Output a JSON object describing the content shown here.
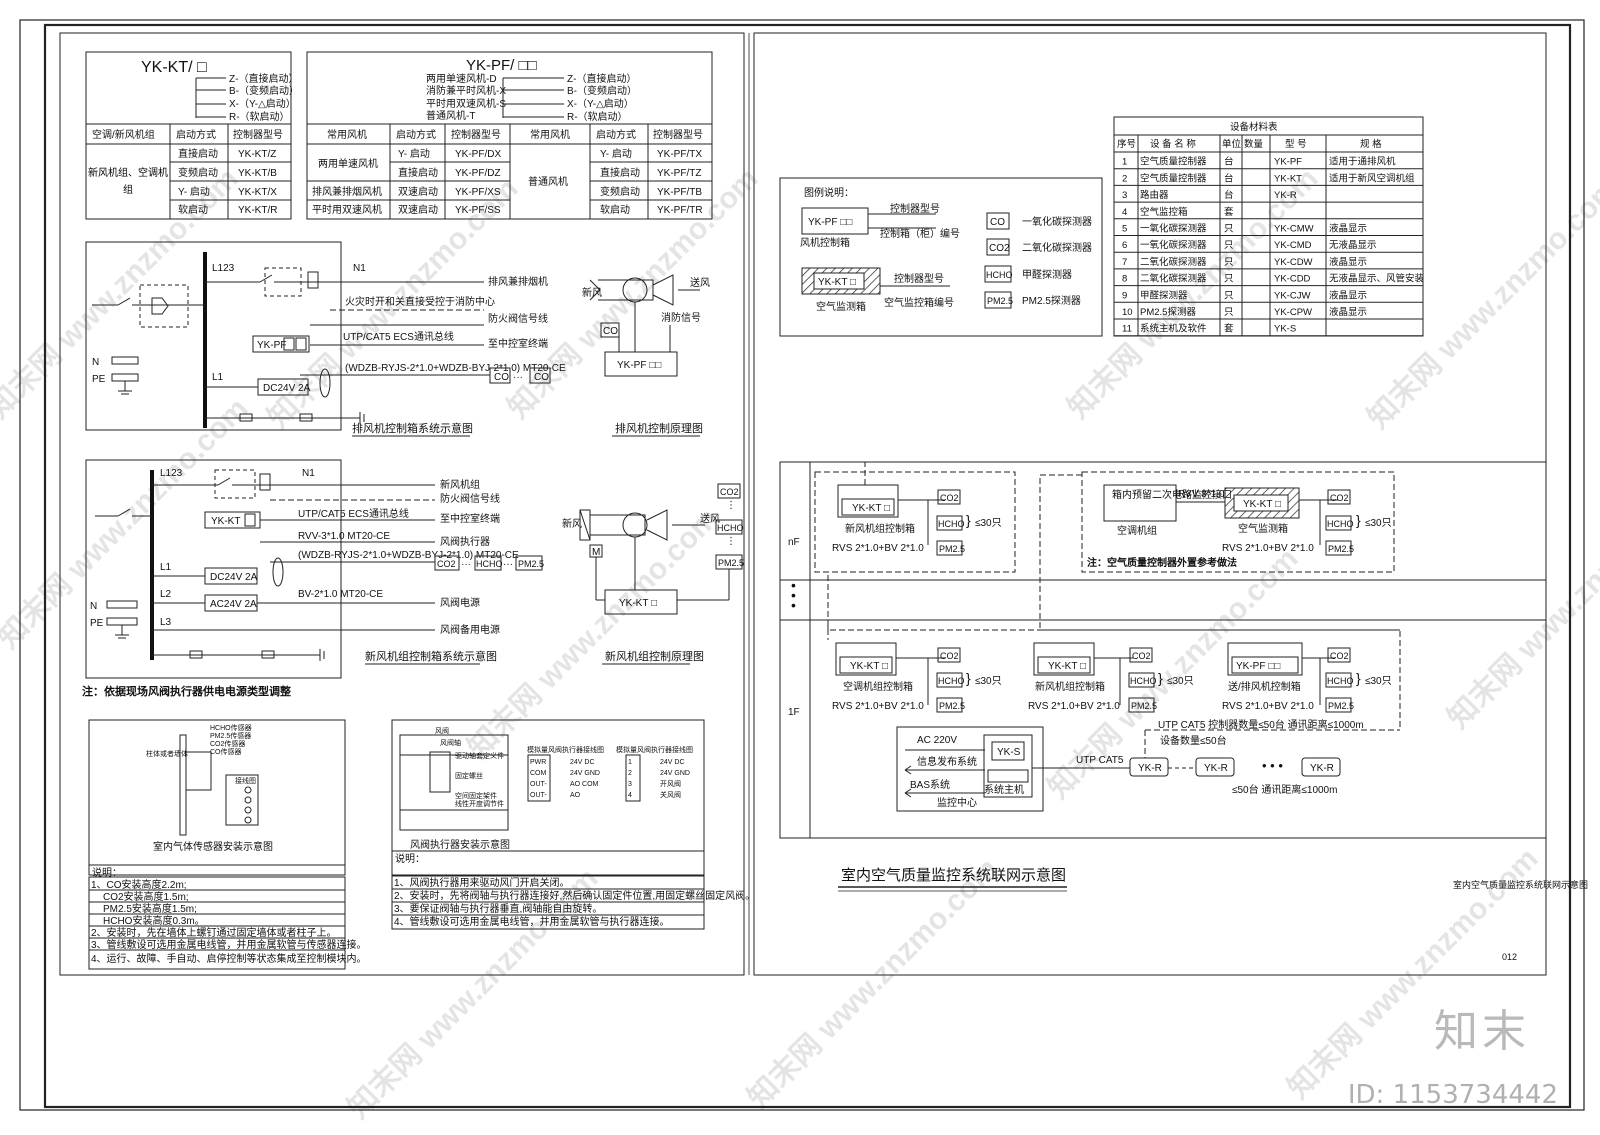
{
  "top_title": {
    "kt": "YK-KT/ □",
    "pf": "YK-PF/ □□"
  },
  "kt_suffix": [
    "Z-（直接启动）",
    "B-（变频启动）",
    "X-（Y-△启动）",
    "R-（软启动）"
  ],
  "pf_left": [
    "两用单速风机-D",
    "消防兼平时风机-X",
    "平时用双速风机-S",
    "普通风机-T"
  ],
  "pf_suffix": [
    "Z-（直接启动）",
    "B-（变频启动）",
    "X-（Y-△启动）",
    "R-（软启动）"
  ],
  "kt_table": {
    "headers": [
      "空调/新风机组",
      "启动方式",
      "控制器型号"
    ],
    "group": "新风机组、空调机组",
    "rows": [
      [
        "直接启动",
        "YK-KT/Z"
      ],
      [
        "变频启动",
        "YK-KT/B"
      ],
      [
        "Y- 启动",
        "YK-KT/X"
      ],
      [
        "软启动",
        "YK-KT/R"
      ]
    ]
  },
  "pf_table": {
    "headers": [
      "常用风机",
      "启动方式",
      "控制器型号",
      "常用风机",
      "启动方式",
      "控制器型号"
    ],
    "left_rows": [
      [
        "两用单速风机",
        "Y- 启动",
        "YK-PF/DX"
      ],
      [
        "",
        "直接启动",
        "YK-PF/DZ"
      ],
      [
        "排风兼排烟风机",
        "双速启动",
        "YK-PF/XS"
      ],
      [
        "平时用双速风机",
        "双速启动",
        "YK-PF/SS"
      ]
    ],
    "right_group": "普通风机",
    "right_rows": [
      [
        "Y- 启动",
        "YK-PF/TX"
      ],
      [
        "直接启动",
        "YK-PF/TZ"
      ],
      [
        "变频启动",
        "YK-PF/TB"
      ],
      [
        "软启动",
        "YK-PF/TR"
      ]
    ]
  },
  "exhaust": {
    "l123": "L123",
    "n1": "N1",
    "l1": "L1",
    "n": "N",
    "pe": "PE",
    "controller": "YK-PF",
    "dc": "DC24V 2A",
    "lines": [
      "排风兼排烟机",
      "火灾时开和关直接受控于消防中心",
      "防火阀信号线",
      "UTP/CAT5  ECS通讯总线",
      "至中控室终端",
      "(WDZB-RYJS-2*1.0+WDZB-BYJ-2*1.0) MT20-CE"
    ],
    "co": "CO",
    "caption": "排风机控制箱系统示意图",
    "principle": {
      "new": "新风",
      "supply": "送风",
      "co": "CO",
      "fire": "消防信号",
      "box": "YK-PF □□",
      "caption": "排风机控制原理图"
    }
  },
  "fresh": {
    "l123": "L123",
    "n1": "N1",
    "l1": "L1",
    "l2": "L2",
    "l3": "L3",
    "n": "N",
    "pe": "PE",
    "controller": "YK-KT",
    "dc": "DC24V 2A",
    "ac": "AC24V 2A",
    "lines": [
      "新风机组",
      "防火阀信号线",
      "UTP/CAT5  ECS通讯总线",
      "至中控室终端",
      "RVV-3*1.0 MT20-CE",
      "风阀执行器",
      "(WDZB-RYJS-2*1.0+WDZB-BYJ-2*1.0) MT20-CE",
      "BV-2*1.0 MT20-CE",
      "风阀电源",
      "风阀备用电源"
    ],
    "sensors": [
      "CO2",
      "HCHO",
      "PM2.5"
    ],
    "caption": "新风机组控制箱系统示意图",
    "note": "注：依据现场风阀执行器供电电源类型调整",
    "principle": {
      "new": "新风",
      "supply": "送风",
      "m": "M",
      "box": "YK-KT □",
      "caption": "新风机组控制原理图",
      "sensors": [
        "CO2",
        "HCHO",
        "PM2.5"
      ]
    }
  },
  "sensor_install": {
    "caption": "室内气体传感器安装示意图",
    "labels": [
      "HCHO传感器",
      "PM2.5传感器",
      "CO2传感器",
      "CO传感器",
      "柱体或者墙体",
      "接线图"
    ],
    "notes_title": "说明：",
    "notes": [
      "1、CO安装高度2.2m;",
      "CO2安装高度1.5m;",
      "PM2.5安装高度1.5m;",
      "HCHO安装高度0.3m。",
      "2、安装时，先在墙体上螺钉通过固定墙体或者柱子上。",
      "3、管线敷设可选用金属电线管，并用金属软管与传感器连接。",
      "4、运行、故障、手自动、启停控制等状态集成至控制模块内。"
    ]
  },
  "damper_install": {
    "caption": "风阀执行器安装示意图",
    "labels": [
      "风阀",
      "风阀轴",
      "驱动轴套定义件",
      "固定螺丝",
      "空间固定架件",
      "线性开度调节件",
      "模拟量风阀执行器接线图",
      "模拟量风阀执行器接线图"
    ],
    "left_terms": [
      "PWR",
      "COM",
      "OUT-",
      "OUT-"
    ],
    "left_vals": [
      "24V DC",
      "24V GND",
      "AO COM",
      "AO"
    ],
    "right_terms": [
      "1",
      "2",
      "3",
      "4"
    ],
    "right_vals": [
      "24V DC",
      "24V GND",
      "开风阀",
      "关风阀"
    ],
    "notes_title": "说明：",
    "notes": [
      "1、风阀执行器用来驱动风门开启关闭。",
      "2、安装时，先将阀轴与执行器连接好,然后确认固定件位置,用固定螺丝固定风阀。",
      "3、要保证阀轴与执行器垂直,阀轴能自由旋转。",
      "4、管线敷设可选用金属电线管，并用金属软管与执行器连接。"
    ]
  },
  "legend": {
    "title": "图例说明：",
    "box1": "YK-PF □□",
    "box1_l1": "控制器型号",
    "box1_l2": "控制箱（柜）编号",
    "box1_cap": "风机控制箱",
    "box2": "YK-KT □",
    "box2_l1": "控制器型号",
    "box2_l2": "空气监控箱编号",
    "box2_cap": "空气监测箱",
    "sensors": [
      [
        "CO",
        "一氧化碳探测器"
      ],
      [
        "CO2",
        "二氧化碳探测器"
      ],
      [
        "HCHO",
        "甲醛探测器"
      ],
      [
        "PM2.5",
        "PM2.5探测器"
      ]
    ]
  },
  "materials": {
    "title": "设备材料表",
    "headers": [
      "序号",
      "设 备 名 称",
      "单位",
      "数量",
      "型 号",
      "规 格"
    ],
    "rows": [
      [
        "1",
        "空气质量控制器",
        "台",
        "",
        "YK-PF",
        "适用于通排风机"
      ],
      [
        "2",
        "空气质量控制器",
        "台",
        "",
        "YK-KT",
        "适用于新风空调机组"
      ],
      [
        "3",
        "路由器",
        "台",
        "",
        "YK-R",
        ""
      ],
      [
        "4",
        "空气监控箱",
        "套",
        "",
        "",
        ""
      ],
      [
        "5",
        "一氧化碳探测器",
        "只",
        "",
        "YK-CMW",
        "液晶显示"
      ],
      [
        "6",
        "一氧化碳探测器",
        "只",
        "",
        "YK-CMD",
        "无液晶显示"
      ],
      [
        "7",
        "二氧化碳探测器",
        "只",
        "",
        "YK-CDW",
        "液晶显示"
      ],
      [
        "8",
        "二氧化碳探测器",
        "只",
        "",
        "YK-CDD",
        "无液晶显示、风管安装"
      ],
      [
        "9",
        "甲醛探测器",
        "只",
        "",
        "YK-CJW",
        "液晶显示"
      ],
      [
        "10",
        "PM2.5探测器",
        "只",
        "",
        "YK-CPW",
        "液晶显示"
      ],
      [
        "11",
        "系统主机及软件",
        "套",
        "",
        "YK-S",
        ""
      ]
    ]
  },
  "network": {
    "floor_n": "nF",
    "floor_1": "1F",
    "nf_box1": "YK-KT □",
    "nf_box1_cap": "新风机组控制箱",
    "nf_cable1": "RVS 2*1.0+BV 2*1.0",
    "nf_reserve": "箱内预留二次电路监控接口",
    "nf_reserve_cap": "空调机组",
    "nf_rvv": "RVV 8*1.0",
    "nf_box2": "YK-KT □",
    "nf_box2_cap": "空气监测箱",
    "nf_cable2": "RVS 2*1.0+BV 2*1.0",
    "nf_note": "注：空气质量控制器外置参考做法",
    "count": "≤30只",
    "f1_boxes": [
      [
        "YK-KT □",
        "空调机组控制箱"
      ],
      [
        "YK-KT □",
        "新风机组控制箱"
      ],
      [
        "YK-PF □□",
        "送/排风机控制箱"
      ]
    ],
    "f1_cable": "RVS 2*1.0+BV 2*1.0",
    "sensors": [
      "CO2",
      "HCHO",
      "PM2.5"
    ],
    "utp_count": "UTP CAT5  控制器数量≤50台  通讯距离≤1000m",
    "dev_count": "设备数量≤50台",
    "ac220": "AC 220V",
    "info": "信息发布系统",
    "bas": "BAS系统",
    "ys": "YK-S",
    "host": "系统主机",
    "center": "监控中心",
    "utp": "UTP CAT5",
    "yr": "YK-R",
    "dots": "• • •",
    "bottom_count": "≤50台  通讯距离≤1000m",
    "title": "室内空气质量监控系统联网示意图"
  },
  "sheet": {
    "side_title": "室内空气质量监控系统联网示意图",
    "number": "012",
    "brand": "知末",
    "id": "ID: 1153734442",
    "watermark": "知末网 www.znzmo.com"
  }
}
